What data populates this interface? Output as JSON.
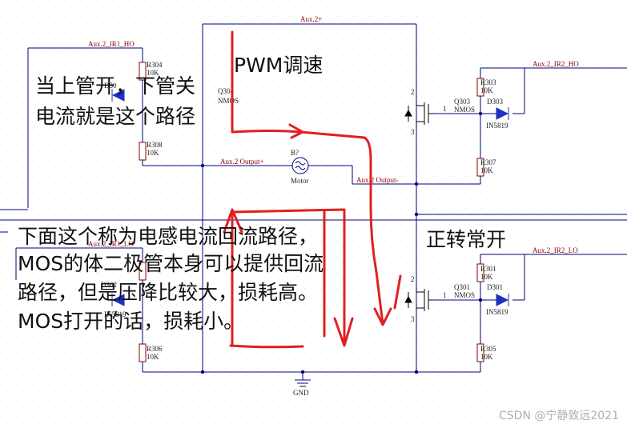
{
  "nets": {
    "top_rail": "Aux.2+",
    "ir1_ho": "Aux.2_IR1_HO",
    "ir2_ho": "Aux.2_IR2_HO",
    "ir1_lo": "Aux.2_IR1_LO",
    "ir2_lo": "Aux.2_IR2_LO",
    "out_plus": "Aux.2 Output+",
    "out_minus": "Aux.2 Output-",
    "gnd": "GND"
  },
  "components": {
    "r304": {
      "ref": "R304",
      "val": "10K"
    },
    "r308": {
      "ref": "R308",
      "val": "10K"
    },
    "r306": {
      "ref": "R306",
      "val": "10K"
    },
    "r303": {
      "ref": "R303",
      "val": "10K"
    },
    "r307": {
      "ref": "R307",
      "val": "10K"
    },
    "r301": {
      "ref": "R301",
      "val": "10K"
    },
    "r305": {
      "ref": "R305",
      "val": "10K"
    },
    "q303": {
      "ref": "Q303",
      "type": "NMOS"
    },
    "q301": {
      "ref": "Q301",
      "type": "NMOS"
    },
    "q304_partial": "Q304",
    "q304_type_partial": "NMOS",
    "d303": {
      "ref": "D303",
      "part": "IN5819"
    },
    "d301": {
      "ref": "D301",
      "part": "IN5819"
    },
    "d304_partial": "D30",
    "d302_partial": "D302",
    "d_left_part": "IN5819",
    "motor": {
      "ref": "B?",
      "label": "Motor"
    }
  },
  "pins": {
    "p1": "1",
    "p2": "2",
    "p3": "3"
  },
  "annotations": {
    "pwm": "PWM调速",
    "upper_path_line1": "当上管开，下管关",
    "upper_path_line2": "电流就是这个路径",
    "always_on": "正转常开",
    "freewheel_line1": "下面这个称为电感电流回流路径，",
    "freewheel_line2": "MOS的体二极管本身可以提供回流",
    "freewheel_line3": "路径，但是压降比较大，损耗高。",
    "freewheel_line4": "MOS打开的话，损耗小。"
  },
  "watermark": "CSDN @宁静致远2021",
  "colors": {
    "wire": "#000080",
    "annotation_stroke": "#e02020",
    "component": "#8b0000",
    "diode": "#2030c0"
  }
}
